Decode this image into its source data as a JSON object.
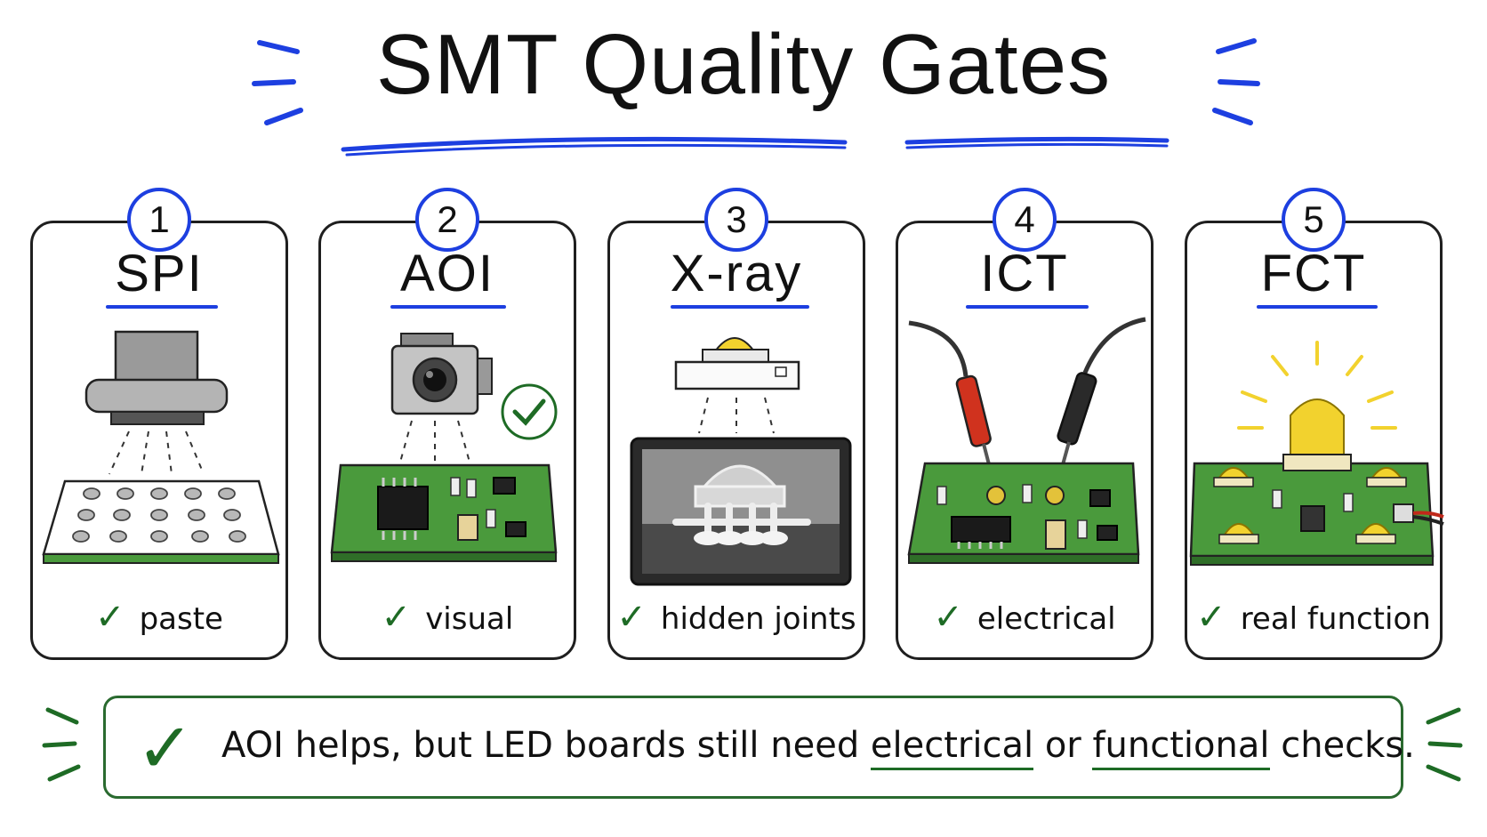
{
  "title": "SMT Quality Gates",
  "colors": {
    "accent": "#1d3fe0",
    "check": "#1e6b25",
    "pcb": "#4a9a3c",
    "led": "#f2d22e"
  },
  "stages": [
    {
      "number": "1",
      "name": "SPI",
      "result": "paste",
      "icon": "paste-inspection-icon"
    },
    {
      "number": "2",
      "name": "AOI",
      "result": "visual",
      "icon": "camera-icon"
    },
    {
      "number": "3",
      "name": "X-ray",
      "result": "hidden joints",
      "icon": "xray-icon"
    },
    {
      "number": "4",
      "name": "ICT",
      "result": "electrical",
      "icon": "test-probe-icon"
    },
    {
      "number": "5",
      "name": "FCT",
      "result": "real function",
      "icon": "lit-led-icon"
    }
  ],
  "footer": {
    "text_before": "AOI helps, but LED boards still need ",
    "underline_1": "electrical",
    "text_middle": " or ",
    "underline_2": "functional",
    "text_after": " checks."
  }
}
